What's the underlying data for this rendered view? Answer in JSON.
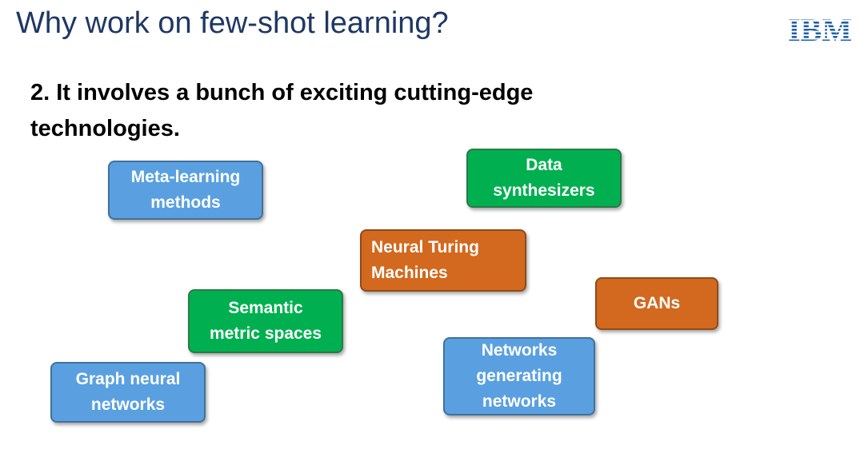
{
  "slide": {
    "title": "Why work on few-shot learning?",
    "subtitle": "2. It involves a bunch of exciting cutting-edge technologies.",
    "logo_text": "IBM"
  },
  "boxes": [
    {
      "id": "meta-learning",
      "label": "Meta-learning\nmethods",
      "color": "#5aa0e0"
    },
    {
      "id": "data-synthesizers",
      "label": "Data\nsynthesizers",
      "color": "#00b050"
    },
    {
      "id": "neural-turing",
      "label": "Neural Turing\nMachines",
      "color": "#d2691e"
    },
    {
      "id": "gans",
      "label": "GANs",
      "color": "#d2691e"
    },
    {
      "id": "semantic-metric",
      "label": "Semantic\nmetric spaces",
      "color": "#00b050"
    },
    {
      "id": "networks-generating",
      "label": "Networks\ngenerating\nnetworks",
      "color": "#5aa0e0"
    },
    {
      "id": "graph-neural",
      "label": "Graph neural\nnetworks",
      "color": "#5aa0e0"
    }
  ]
}
